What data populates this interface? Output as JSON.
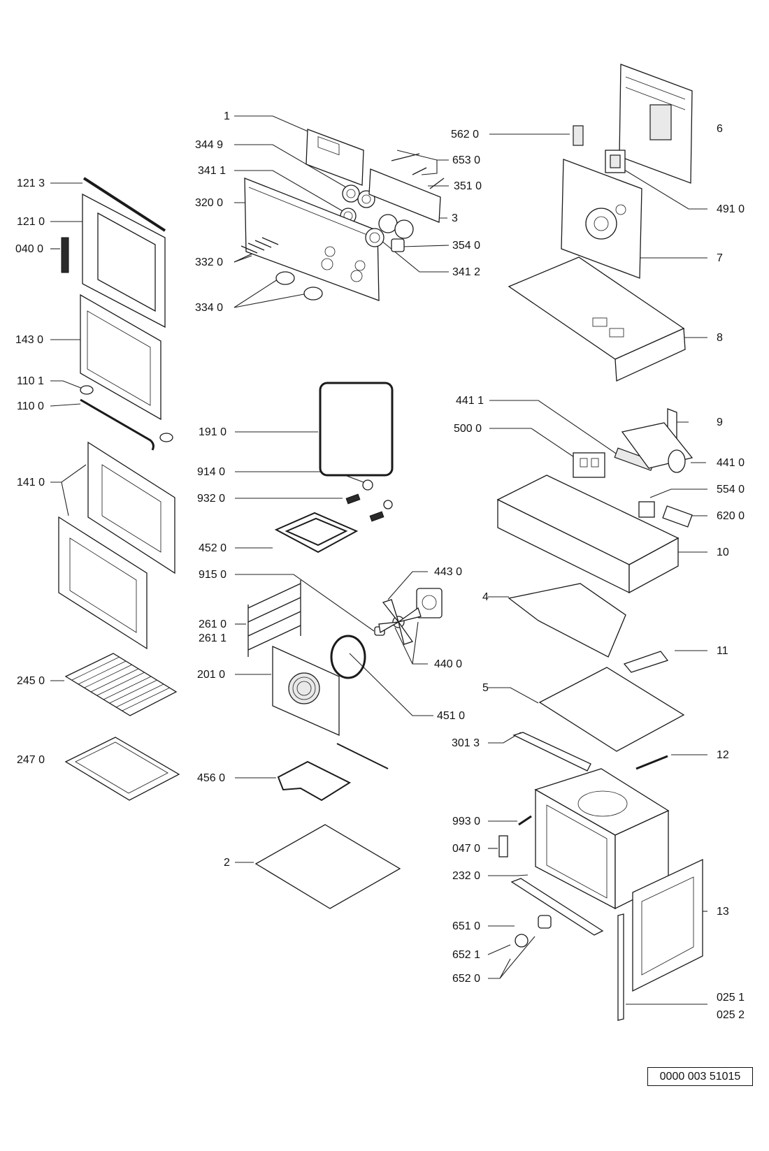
{
  "labels": {
    "l1": "1",
    "l3449": "344 9",
    "l3411": "341 1",
    "l3200": "320 0",
    "l3320": "332 0",
    "l3340": "334 0",
    "l6530": "653 0",
    "l3510": "351 0",
    "l3": "3",
    "l3540": "354 0",
    "l3412": "341 2",
    "l5620": "562 0",
    "l6": "6",
    "l4910": "491 0",
    "l7": "7",
    "l8": "8",
    "l1213": "121 3",
    "l1210": "121 0",
    "l0400": "040 0",
    "l1430": "143 0",
    "l1101": "110 1",
    "l1100": "110 0",
    "l1410": "141 0",
    "l2450": "245 0",
    "l2470": "247 0",
    "l1910": "191 0",
    "l9140": "914 0",
    "l9320": "932 0",
    "l4520": "452 0",
    "l9150": "915 0",
    "l2610": "261 0",
    "l2611": "261 1",
    "l2010": "201 0",
    "l4560": "456 0",
    "l2": "2",
    "l4411": "441 1",
    "l5000": "500 0",
    "l9": "9",
    "l4410": "441 0",
    "l5540": "554 0",
    "l6200": "620 0",
    "l10": "10",
    "l4430": "443 0",
    "l4": "4",
    "l4400": "440 0",
    "l11": "11",
    "l5": "5",
    "l4510": "451 0",
    "l3013": "301 3",
    "l12": "12",
    "l9930": "993 0",
    "l0470": "047 0",
    "l2320": "232 0",
    "l6510": "651 0",
    "l6521": "652 1",
    "l6520": "652 0",
    "l13": "13",
    "l0251": "025 1",
    "l0252": "025 2"
  },
  "document_number": "0000 003 51015"
}
